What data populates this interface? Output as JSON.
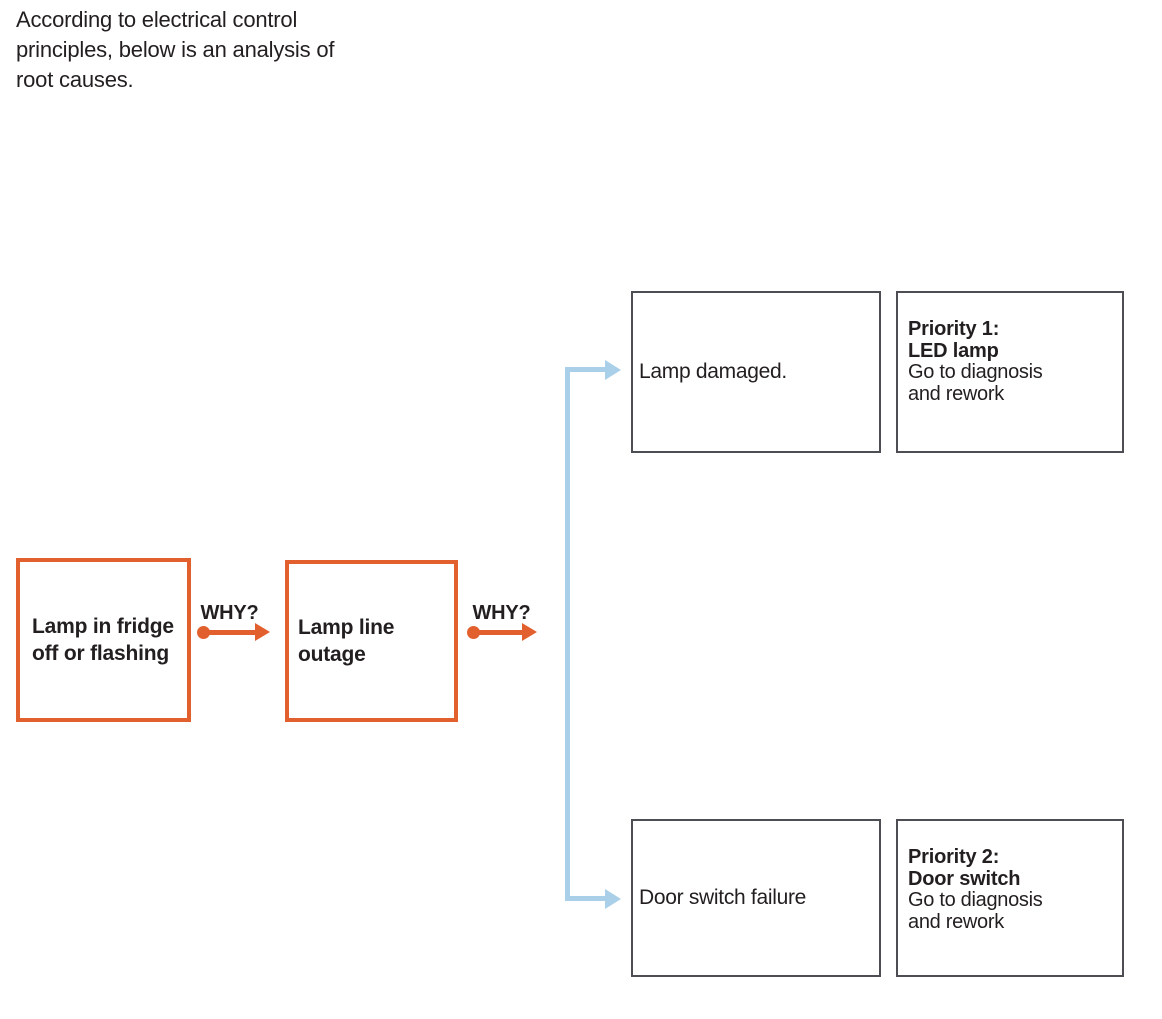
{
  "intro": {
    "line1": "According to electrical control",
    "line2": "principles, below is an analysis of",
    "line3": "root causes."
  },
  "colors": {
    "accent_orange": "#E2602D",
    "connector_blue": "#AACFE9",
    "box_border_gray": "#4D4E53",
    "text_ink": "#231F20"
  },
  "flow": {
    "problem_box": {
      "line1": "Lamp in fridge",
      "line2": "off or flashing"
    },
    "why_label_1": "WHY?",
    "cause_box": {
      "line1": "Lamp line",
      "line2": "outage"
    },
    "why_label_2": "WHY?",
    "branches": [
      {
        "cause": "Lamp damaged.",
        "priority_title": "Priority 1:",
        "priority_subject": "LED lamp",
        "action_line1": "Go to diagnosis",
        "action_line2": "and rework"
      },
      {
        "cause": "Door switch failure",
        "priority_title": "Priority 2:",
        "priority_subject": "Door switch",
        "action_line1": "Go to diagnosis",
        "action_line2": "and rework"
      }
    ]
  }
}
